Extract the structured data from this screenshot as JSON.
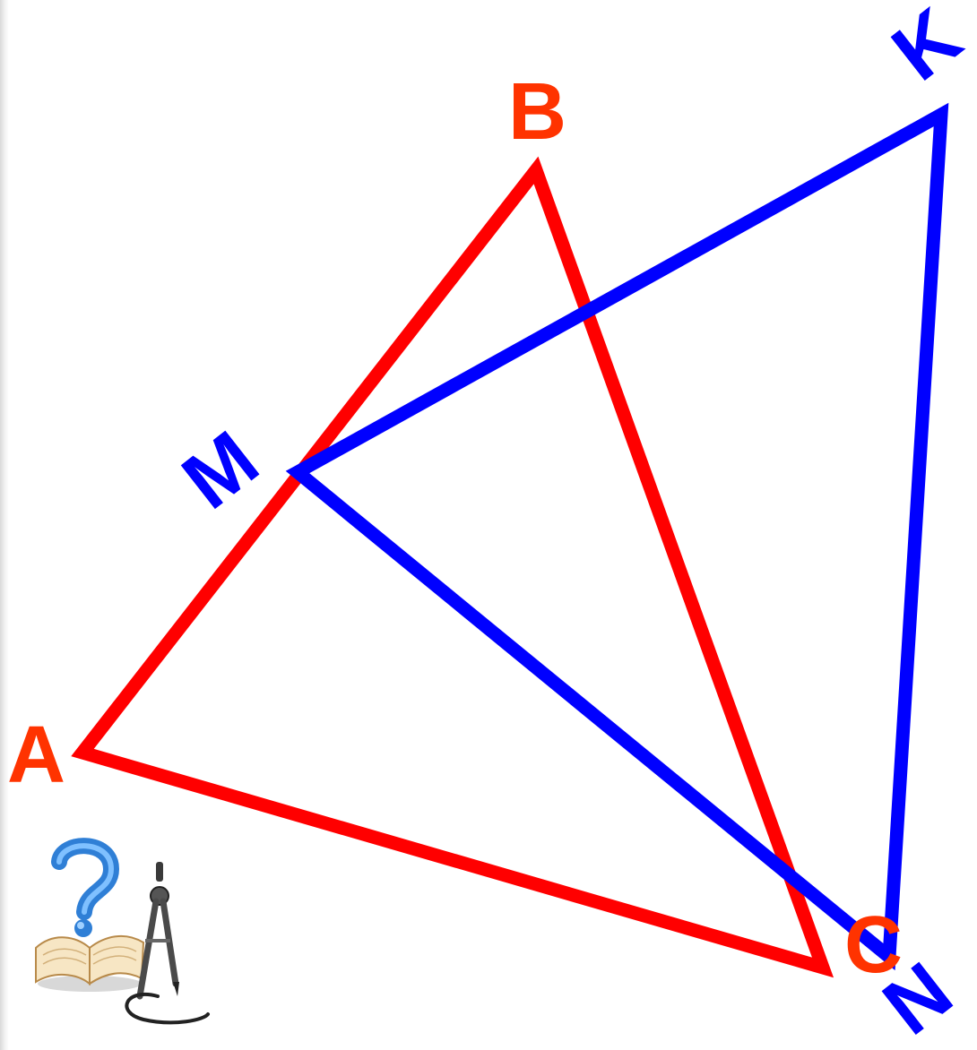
{
  "diagram": {
    "triangle_abc": {
      "color": "#ff0000",
      "label_color": "#ff3300",
      "vertices": {
        "A": "A",
        "B": "B",
        "C": "C"
      }
    },
    "triangle_mkn": {
      "color": "#0000ff",
      "vertices": {
        "M": "M",
        "K": "K",
        "N": "N"
      }
    }
  },
  "icons": {
    "help_book": "help-book-icon",
    "compass": "compass-icon"
  }
}
